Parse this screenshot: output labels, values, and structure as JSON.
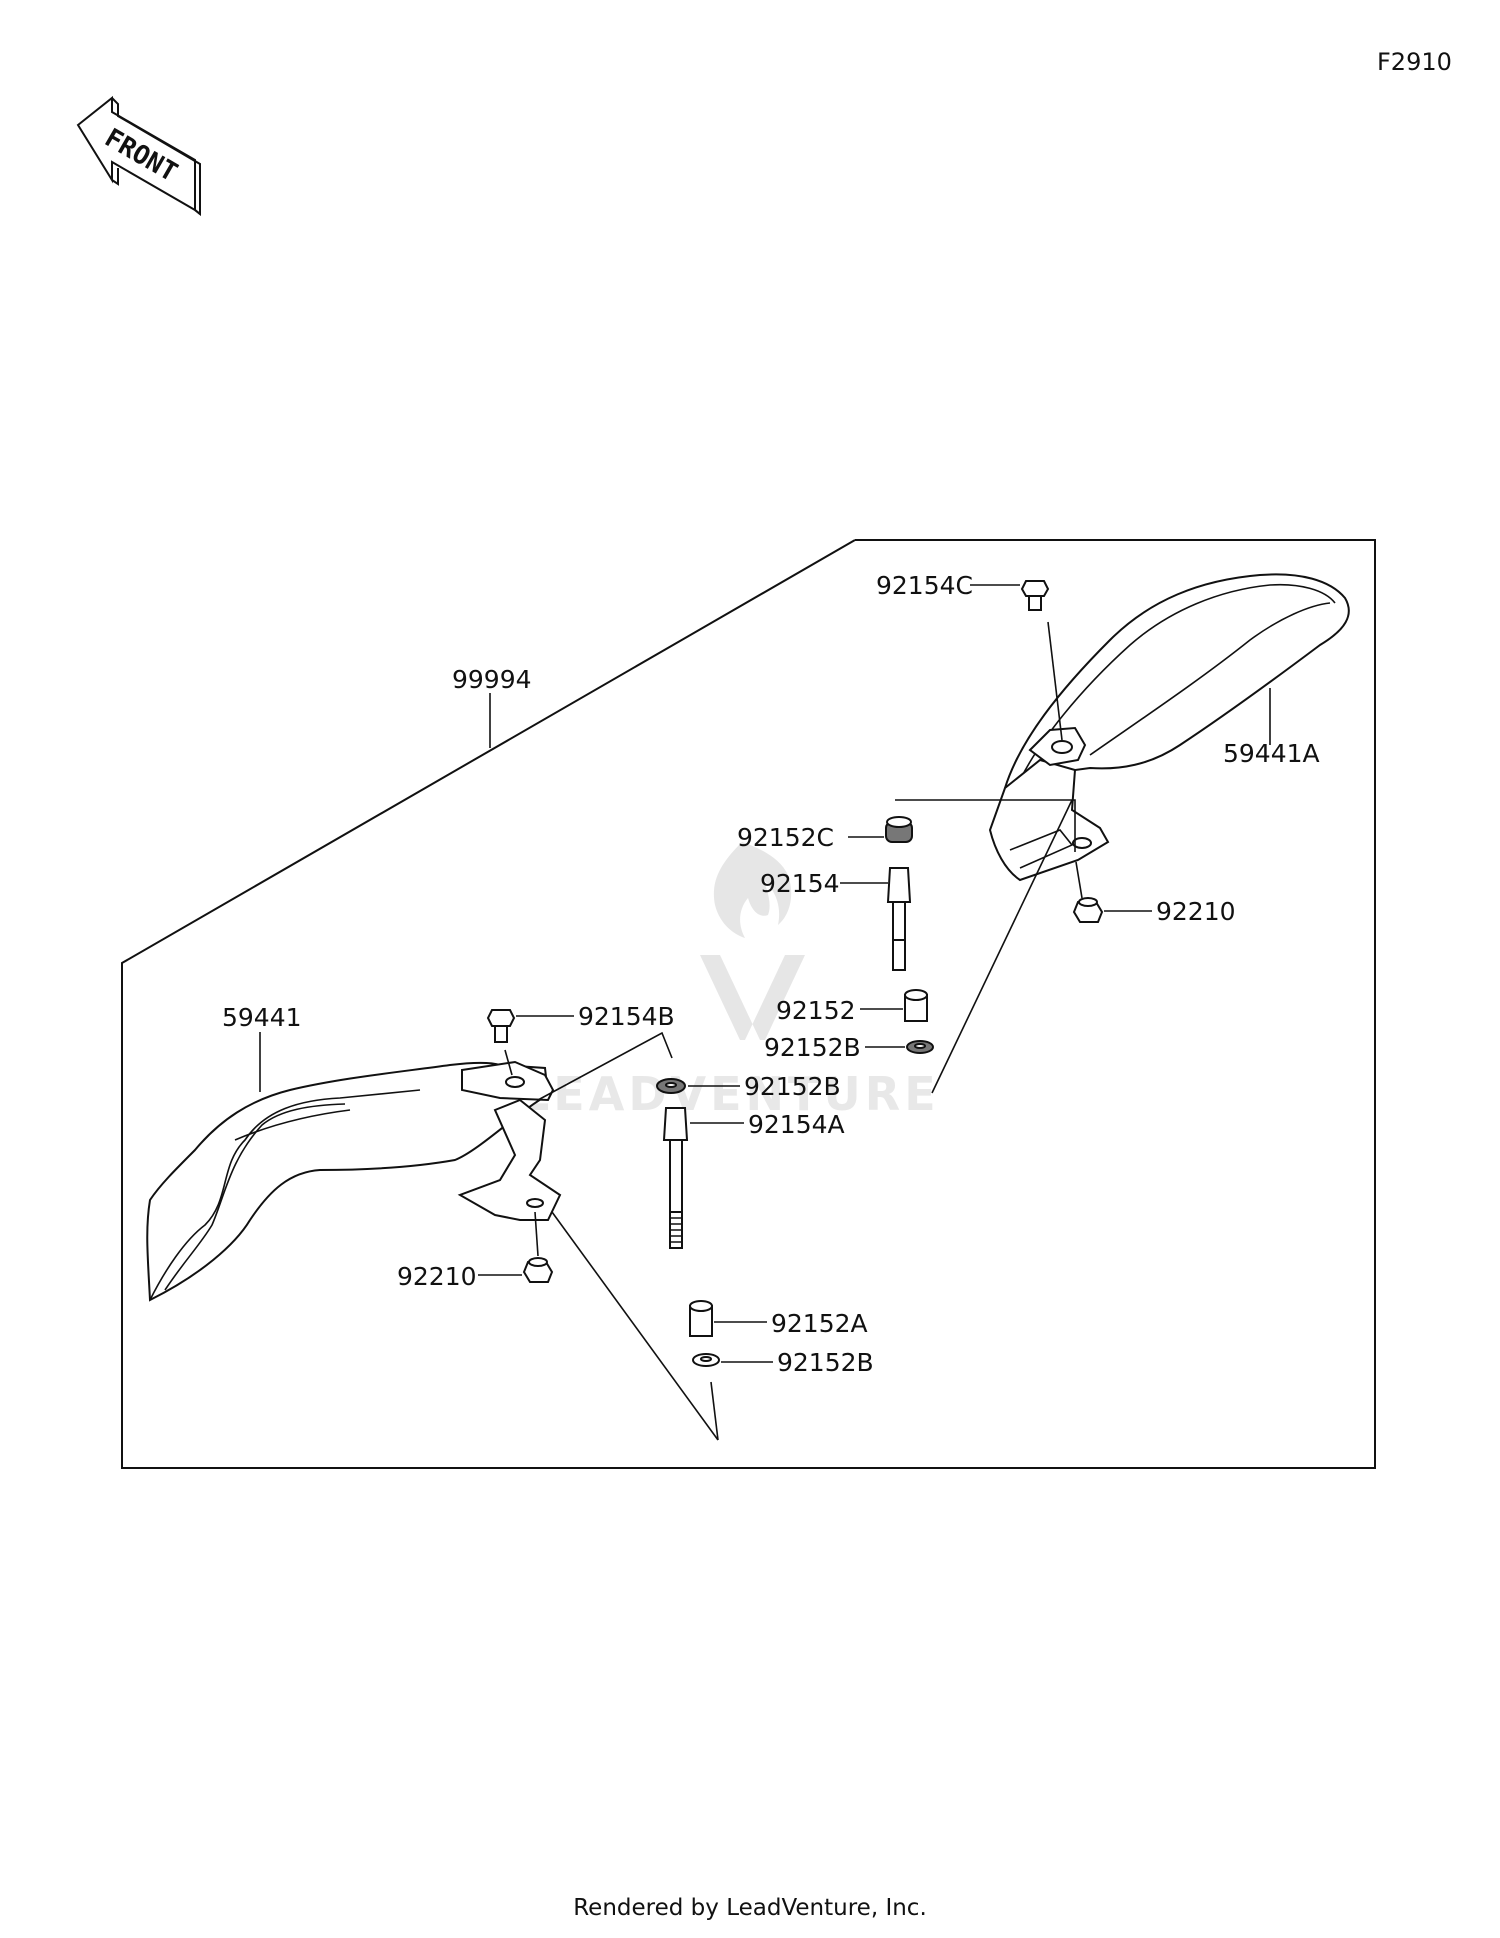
{
  "diagram_id": "F2910",
  "front_arrow": {
    "label": "FRONT",
    "icon": "front-arrow-icon"
  },
  "footer": "Rendered by LeadVenture, Inc.",
  "watermark": "LEADVENTURE",
  "labels": {
    "kit": "99994",
    "guard_left": "59441",
    "guard_right": "59441A",
    "bolt_c": "92154C",
    "collar_c": "92152C",
    "bolt": "92154",
    "nut_right": "92210",
    "collar": "92152",
    "washer_right": "92152B",
    "bolt_b": "92154B",
    "washer_mid": "92152B",
    "bolt_a": "92154A",
    "nut_left": "92210",
    "collar_a": "92152A",
    "washer_left": "92152B"
  }
}
